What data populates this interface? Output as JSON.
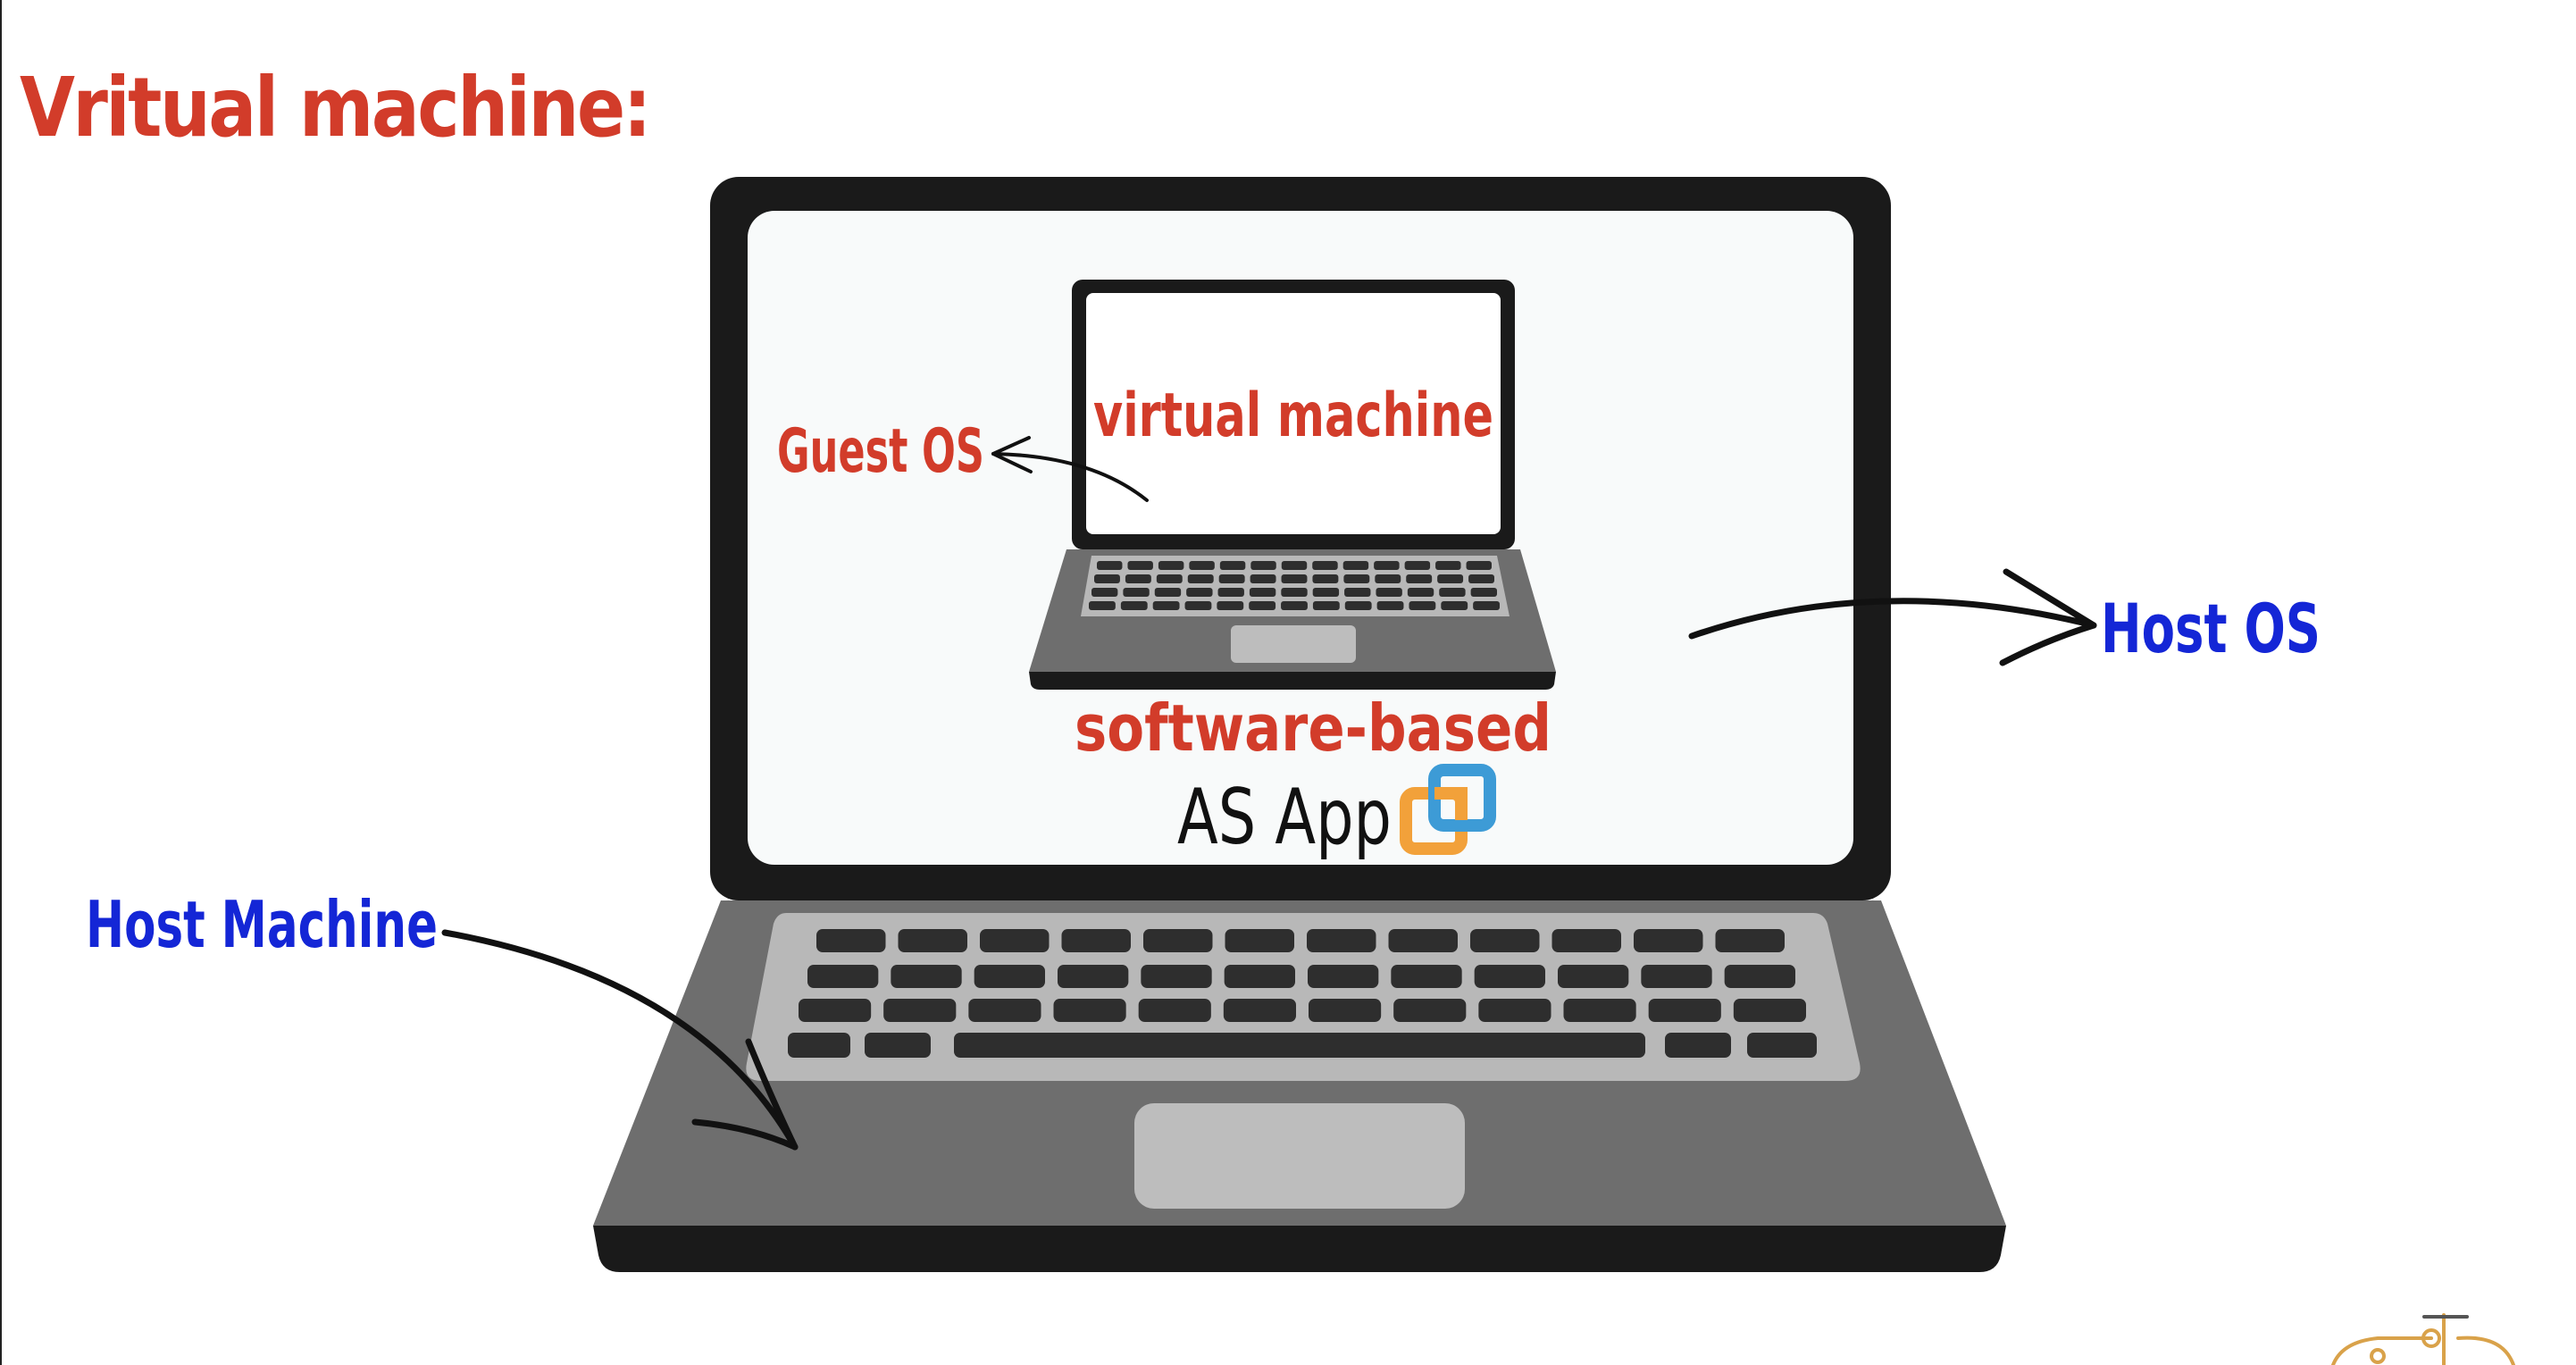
{
  "title": "Vritual machine:",
  "labels": {
    "guest_os": "Guest OS",
    "virtual_machine": "virtual machine",
    "software_based": "software-based",
    "as_app": "AS App",
    "host_os": "Host OS",
    "host_machine": "Host Machine"
  },
  "colors": {
    "red_text": "#d23c2a",
    "blue_text": "#1426d6",
    "dark_text": "#111111",
    "laptop_body": "#1a1a1a",
    "laptop_base": "#6e6e6e",
    "keyboard_tray": "#b8b8b8",
    "keys": "#2e2e2e",
    "trackpad": "#bdbdbd",
    "screen": "#f8fafa",
    "app_icon_orange": "#f2a13a",
    "app_icon_blue": "#3d9bd6"
  },
  "icons": {
    "app_icon": "virtualization-app-icon",
    "logo": "channel-logo-icon"
  }
}
